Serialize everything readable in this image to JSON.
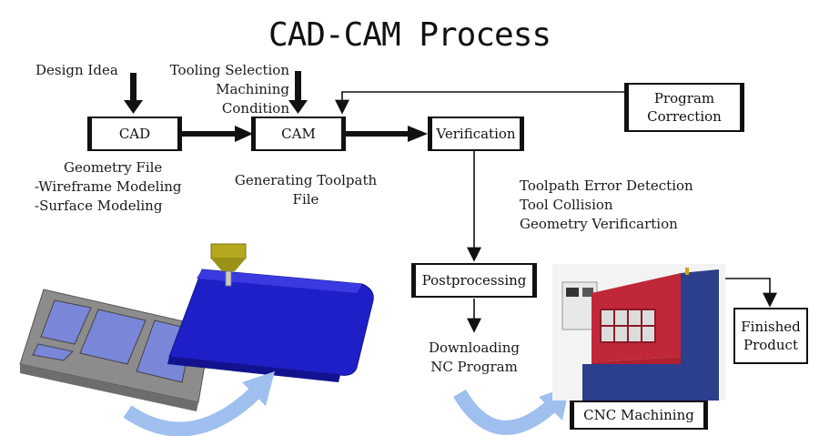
{
  "title": "CAD-CAM Process",
  "inputs": {
    "design_idea": "Design Idea",
    "tooling": [
      "Tooling Selection",
      "Machining",
      "Condition"
    ]
  },
  "boxes": {
    "cad": "CAD",
    "cam": "CAM",
    "verification": "Verification",
    "program_correction": [
      "Program",
      "Correction"
    ],
    "postprocessing": "Postprocessing",
    "finished_product": [
      "Finished",
      "Product"
    ],
    "cnc_machining": "CNC Machining"
  },
  "notes": {
    "cad": [
      "Geometry File",
      "-Wireframe Modeling",
      "-Surface Modeling"
    ],
    "cam": [
      "Generating Toolpath",
      "File"
    ],
    "verification": [
      "Toolpath Error Detection",
      "Tool Collision",
      "Geometry Verificartion"
    ],
    "postprocessing": [
      "Downloading",
      "NC Program"
    ]
  },
  "colors": {
    "part_blue": "#1f1fc8",
    "plate_gray": "#8c8c8c",
    "tool_yellow": "#b5a81e",
    "arc_blue": "#9fbfee",
    "machine_red": "#c0283a",
    "machine_blue": "#2b3f8c"
  }
}
